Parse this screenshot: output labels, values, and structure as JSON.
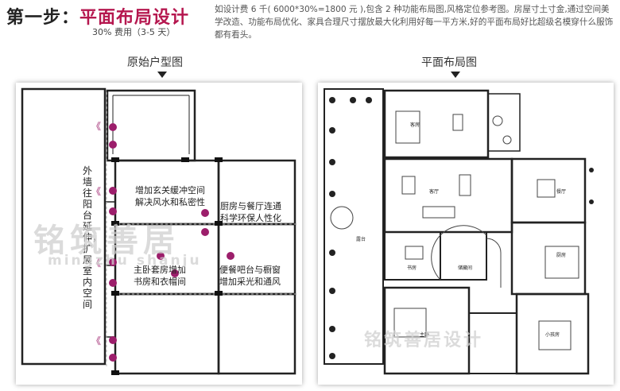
{
  "header": {
    "step": "第一步：",
    "title": "平面布局设计",
    "fee_note": "30% 费用（3-5 天）",
    "description": "如设计费 6 千( 6000*30%=1800 元 ),包含 2 种功能布局图,风格定位参考图。房屋寸土寸金,通过空间美学改造、功能布局优化、家具合理尺寸摆放最大化利用好每一平方米,好的平面布局好比超级名模穿什么服饰都有看头。"
  },
  "left_panel": {
    "caption": "原始户型图",
    "notes": {
      "balcony": "外墙往阳台延伸，扩展室内空间",
      "entrance": "增加玄关缓冲空间\n解决风水和私密性",
      "kitchen": "厨房与餐厅连通\n科学环保人性化",
      "master": "主卧套房增加\n书房和衣帽间",
      "bar": "便餐吧台与橱窗\n增加采光和通风"
    },
    "markers": [
      "《",
      "《",
      "《",
      "《"
    ],
    "watermark": {
      "cn": "铭筑善居",
      "en": "mingzhu shanju"
    }
  },
  "right_panel": {
    "caption": "平面布局图",
    "rooms": {
      "bedroom_top": "客房",
      "living": "客厅",
      "dining": "餐厅",
      "kitchen": "厨房",
      "balcony": "露台",
      "study": "书房",
      "storage": "储藏间",
      "master": "主卧",
      "child": "小孩房"
    },
    "watermark": "铭筑善居设计"
  },
  "colors": {
    "accent": "#b5174f",
    "dot": "#9c1e6b"
  }
}
